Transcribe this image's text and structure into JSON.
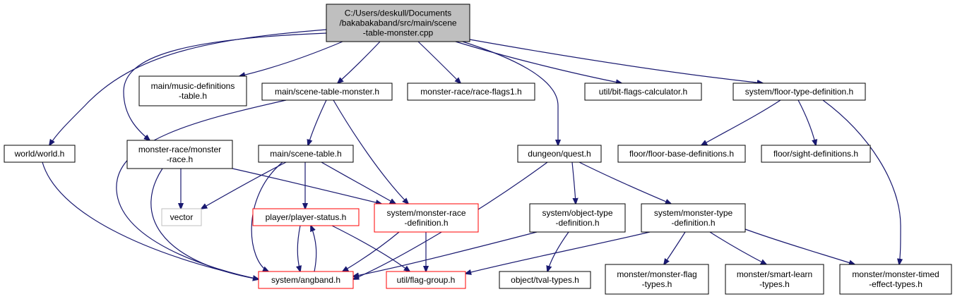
{
  "graph": {
    "type": "include-dependency-graph",
    "edge_color": "#191970",
    "nodes": [
      {
        "id": "root",
        "lines": [
          "C:/Users/deskull/Documents",
          "/bakabakaband/src/main/scene",
          "-table-monster.cpp"
        ],
        "style": "root"
      },
      {
        "id": "music",
        "lines": [
          "main/music-definitions",
          "-table.h"
        ],
        "style": "normal"
      },
      {
        "id": "stm_h",
        "lines": [
          "main/scene-table-monster.h"
        ],
        "style": "normal"
      },
      {
        "id": "raceflags",
        "lines": [
          "monster-race/race-flags1.h"
        ],
        "style": "normal"
      },
      {
        "id": "bitflags",
        "lines": [
          "util/bit-flags-calculator.h"
        ],
        "style": "normal"
      },
      {
        "id": "floortype",
        "lines": [
          "system/floor-type-definition.h"
        ],
        "style": "normal"
      },
      {
        "id": "world",
        "lines": [
          "world/world.h"
        ],
        "style": "normal"
      },
      {
        "id": "mrace",
        "lines": [
          "monster-race/monster",
          "-race.h"
        ],
        "style": "normal"
      },
      {
        "id": "scenetable",
        "lines": [
          "main/scene-table.h"
        ],
        "style": "normal"
      },
      {
        "id": "quest",
        "lines": [
          "dungeon/quest.h"
        ],
        "style": "normal"
      },
      {
        "id": "floorbase",
        "lines": [
          "floor/floor-base-definitions.h"
        ],
        "style": "normal"
      },
      {
        "id": "sight",
        "lines": [
          "floor/sight-definitions.h"
        ],
        "style": "normal"
      },
      {
        "id": "vector",
        "lines": [
          "vector"
        ],
        "style": "gray"
      },
      {
        "id": "pstatus",
        "lines": [
          "player/player-status.h"
        ],
        "style": "red"
      },
      {
        "id": "mracedef",
        "lines": [
          "system/monster-race",
          "-definition.h"
        ],
        "style": "red"
      },
      {
        "id": "objtype",
        "lines": [
          "system/object-type",
          "-definition.h"
        ],
        "style": "normal"
      },
      {
        "id": "mtype",
        "lines": [
          "system/monster-type",
          "-definition.h"
        ],
        "style": "normal"
      },
      {
        "id": "angband",
        "lines": [
          "system/angband.h"
        ],
        "style": "red"
      },
      {
        "id": "flaggroup",
        "lines": [
          "util/flag-group.h"
        ],
        "style": "red"
      },
      {
        "id": "tval",
        "lines": [
          "object/tval-types.h"
        ],
        "style": "normal"
      },
      {
        "id": "mflag",
        "lines": [
          "monster/monster-flag",
          "-types.h"
        ],
        "style": "normal"
      },
      {
        "id": "smart",
        "lines": [
          "monster/smart-learn",
          "-types.h"
        ],
        "style": "normal"
      },
      {
        "id": "mtimed",
        "lines": [
          "monster/monster-timed",
          "-effect-types.h"
        ],
        "style": "normal"
      }
    ],
    "edges": [
      [
        "root",
        "music"
      ],
      [
        "root",
        "stm_h"
      ],
      [
        "root",
        "raceflags"
      ],
      [
        "root",
        "bitflags"
      ],
      [
        "root",
        "floortype"
      ],
      [
        "root",
        "world"
      ],
      [
        "root",
        "mrace"
      ],
      [
        "root",
        "quest"
      ],
      [
        "stm_h",
        "scenetable"
      ],
      [
        "stm_h",
        "mracedef"
      ],
      [
        "stm_h",
        "angband"
      ],
      [
        "floortype",
        "floorbase"
      ],
      [
        "floortype",
        "sight"
      ],
      [
        "floortype",
        "mtimed"
      ],
      [
        "world",
        "angband"
      ],
      [
        "mrace",
        "vector"
      ],
      [
        "mrace",
        "mracedef"
      ],
      [
        "mrace",
        "angband"
      ],
      [
        "scenetable",
        "vector"
      ],
      [
        "scenetable",
        "pstatus"
      ],
      [
        "scenetable",
        "mracedef"
      ],
      [
        "scenetable",
        "angband"
      ],
      [
        "quest",
        "objtype"
      ],
      [
        "quest",
        "mtype"
      ],
      [
        "quest",
        "angband"
      ],
      [
        "pstatus",
        "angband"
      ],
      [
        "pstatus",
        "flaggroup"
      ],
      [
        "mracedef",
        "angband"
      ],
      [
        "mracedef",
        "flaggroup"
      ],
      [
        "objtype",
        "tval"
      ],
      [
        "objtype",
        "angband"
      ],
      [
        "mtype",
        "flaggroup"
      ],
      [
        "mtype",
        "mflag"
      ],
      [
        "mtype",
        "smart"
      ],
      [
        "mtype",
        "mtimed"
      ],
      [
        "angband",
        "pstatus"
      ]
    ]
  }
}
